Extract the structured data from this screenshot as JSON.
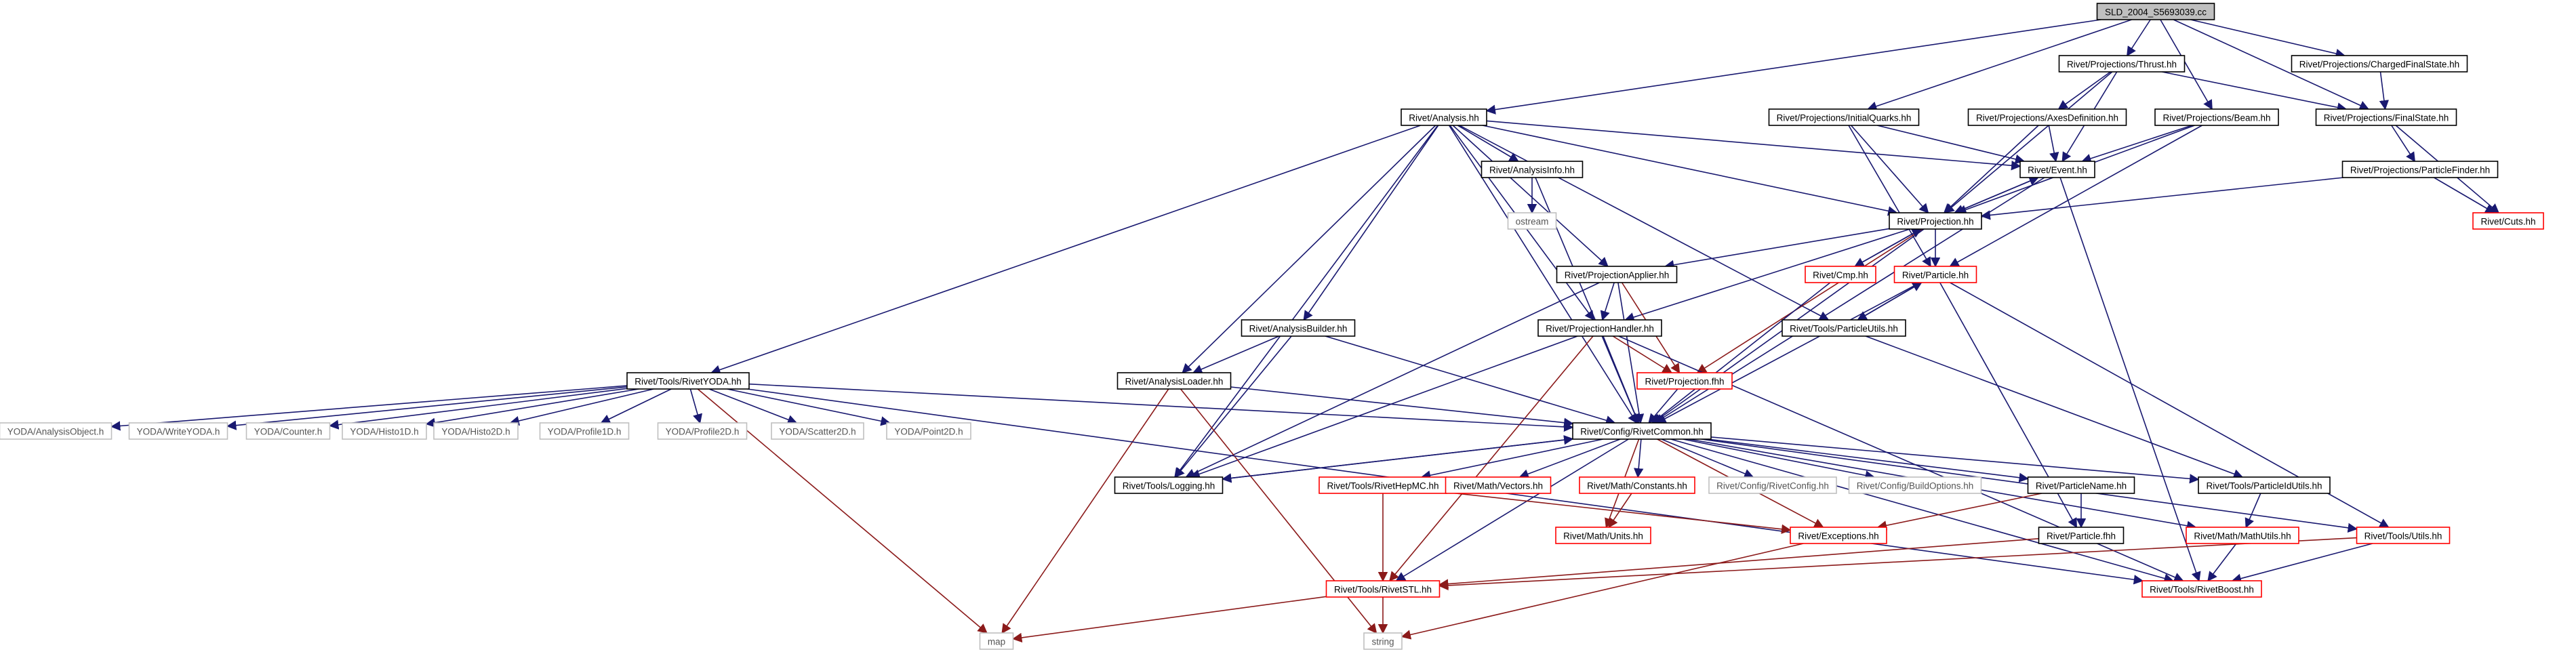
{
  "nodes": [
    {
      "id": "root",
      "label": "SLD_2004_S5693039.cc",
      "style": "root"
    },
    {
      "id": "analysis",
      "label": "Rivet/Analysis.hh",
      "style": "black"
    },
    {
      "id": "thrust",
      "label": "Rivet/Projections/Thrust.hh",
      "style": "black"
    },
    {
      "id": "chargedfs",
      "label": "Rivet/Projections/ChargedFinalState.hh",
      "style": "black"
    },
    {
      "id": "initquarks",
      "label": "Rivet/Projections/InitialQuarks.hh",
      "style": "black"
    },
    {
      "id": "axesdef",
      "label": "Rivet/Projections/AxesDefinition.hh",
      "style": "black"
    },
    {
      "id": "beam",
      "label": "Rivet/Projections/Beam.hh",
      "style": "black"
    },
    {
      "id": "finalstate",
      "label": "Rivet/Projections/FinalState.hh",
      "style": "black"
    },
    {
      "id": "analysisinfo",
      "label": "Rivet/AnalysisInfo.hh",
      "style": "black"
    },
    {
      "id": "event",
      "label": "Rivet/Event.hh",
      "style": "black"
    },
    {
      "id": "particlefinder",
      "label": "Rivet/Projections/ParticleFinder.hh",
      "style": "black"
    },
    {
      "id": "ostream",
      "label": "ostream",
      "style": "grey"
    },
    {
      "id": "projection",
      "label": "Rivet/Projection.hh",
      "style": "black"
    },
    {
      "id": "cuts",
      "label": "Rivet/Cuts.hh",
      "style": "red"
    },
    {
      "id": "cmp",
      "label": "Rivet/Cmp.hh",
      "style": "red"
    },
    {
      "id": "particle",
      "label": "Rivet/Particle.hh",
      "style": "red"
    },
    {
      "id": "projapplier",
      "label": "Rivet/ProjectionApplier.hh",
      "style": "black"
    },
    {
      "id": "analysisbuilder",
      "label": "Rivet/AnalysisBuilder.hh",
      "style": "black"
    },
    {
      "id": "projhandler",
      "label": "Rivet/ProjectionHandler.hh",
      "style": "black"
    },
    {
      "id": "particleutils",
      "label": "Rivet/Tools/ParticleUtils.hh",
      "style": "black"
    },
    {
      "id": "rivetyoda",
      "label": "Rivet/Tools/RivetYODA.hh",
      "style": "black"
    },
    {
      "id": "analysisloader",
      "label": "Rivet/AnalysisLoader.hh",
      "style": "black"
    },
    {
      "id": "projectionfhh",
      "label": "Rivet/Projection.fhh",
      "style": "red"
    },
    {
      "id": "yao",
      "label": "YODA/AnalysisObject.h",
      "style": "grey"
    },
    {
      "id": "ywriteyoda",
      "label": "YODA/WriteYODA.h",
      "style": "grey"
    },
    {
      "id": "ycounter",
      "label": "YODA/Counter.h",
      "style": "grey"
    },
    {
      "id": "yhisto1d",
      "label": "YODA/Histo1D.h",
      "style": "grey"
    },
    {
      "id": "yhisto2d",
      "label": "YODA/Histo2D.h",
      "style": "grey"
    },
    {
      "id": "yprofile1d",
      "label": "YODA/Profile1D.h",
      "style": "grey"
    },
    {
      "id": "yprofile2d",
      "label": "YODA/Profile2D.h",
      "style": "grey"
    },
    {
      "id": "yscatter2d",
      "label": "YODA/Scatter2D.h",
      "style": "grey"
    },
    {
      "id": "ypoint2d",
      "label": "YODA/Point2D.h",
      "style": "grey"
    },
    {
      "id": "rivetcommon",
      "label": "Rivet/Config/RivetCommon.hh",
      "style": "black"
    },
    {
      "id": "logging",
      "label": "Rivet/Tools/Logging.hh",
      "style": "black"
    },
    {
      "id": "rivethepmc",
      "label": "Rivet/Tools/RivetHepMC.hh",
      "style": "red"
    },
    {
      "id": "vectors",
      "label": "Rivet/Math/Vectors.hh",
      "style": "red"
    },
    {
      "id": "constants",
      "label": "Rivet/Math/Constants.hh",
      "style": "red"
    },
    {
      "id": "rivetconfig",
      "label": "Rivet/Config/RivetConfig.hh",
      "style": "grey"
    },
    {
      "id": "buildoptions",
      "label": "Rivet/Config/BuildOptions.hh",
      "style": "grey"
    },
    {
      "id": "particlename",
      "label": "Rivet/ParticleName.hh",
      "style": "black"
    },
    {
      "id": "particleidutils",
      "label": "Rivet/Tools/ParticleIdUtils.hh",
      "style": "black"
    },
    {
      "id": "mathunits",
      "label": "Rivet/Math/Units.hh",
      "style": "red"
    },
    {
      "id": "exceptions",
      "label": "Rivet/Exceptions.hh",
      "style": "red"
    },
    {
      "id": "particlefhh",
      "label": "Rivet/Particle.fhh",
      "style": "black"
    },
    {
      "id": "mathutils",
      "label": "Rivet/Math/MathUtils.hh",
      "style": "red"
    },
    {
      "id": "toolsutils",
      "label": "Rivet/Tools/Utils.hh",
      "style": "red"
    },
    {
      "id": "rivetstl",
      "label": "Rivet/Tools/RivetSTL.hh",
      "style": "red"
    },
    {
      "id": "rivetboost",
      "label": "Rivet/Tools/RivetBoost.hh",
      "style": "red"
    },
    {
      "id": "map",
      "label": "map",
      "style": "grey"
    },
    {
      "id": "string",
      "label": "string",
      "style": "grey"
    }
  ],
  "edges": [
    [
      "root",
      "analysis"
    ],
    [
      "root",
      "thrust"
    ],
    [
      "root",
      "chargedfs"
    ],
    [
      "root",
      "initquarks"
    ],
    [
      "root",
      "beam"
    ],
    [
      "root",
      "finalstate"
    ],
    [
      "thrust",
      "axesdef"
    ],
    [
      "thrust",
      "finalstate"
    ],
    [
      "thrust",
      "projection"
    ],
    [
      "thrust",
      "event"
    ],
    [
      "chargedfs",
      "finalstate"
    ],
    [
      "initquarks",
      "projection"
    ],
    [
      "initquarks",
      "event"
    ],
    [
      "initquarks",
      "particle"
    ],
    [
      "axesdef",
      "projection"
    ],
    [
      "axesdef",
      "event"
    ],
    [
      "beam",
      "projection"
    ],
    [
      "beam",
      "event"
    ],
    [
      "beam",
      "particle"
    ],
    [
      "finalstate",
      "particlefinder"
    ],
    [
      "finalstate",
      "cuts"
    ],
    [
      "particlefinder",
      "projection"
    ],
    [
      "particlefinder",
      "cuts"
    ],
    [
      "analysis",
      "analysisinfo"
    ],
    [
      "analysis",
      "event"
    ],
    [
      "analysis",
      "projection"
    ],
    [
      "analysis",
      "projapplier"
    ],
    [
      "analysis",
      "analysisbuilder"
    ],
    [
      "analysis",
      "projhandler"
    ],
    [
      "analysis",
      "particleutils"
    ],
    [
      "analysis",
      "rivetyoda"
    ],
    [
      "analysis",
      "analysisloader"
    ],
    [
      "analysis",
      "logging"
    ],
    [
      "analysis",
      "rivetcommon"
    ],
    [
      "analysisinfo",
      "ostream"
    ],
    [
      "analysisinfo",
      "rivetcommon"
    ],
    [
      "event",
      "projection"
    ],
    [
      "event",
      "rivetcommon"
    ],
    [
      "event",
      "rivetboost"
    ],
    [
      "projection",
      "event"
    ],
    [
      "projection",
      "cmp"
    ],
    [
      "projection",
      "particle"
    ],
    [
      "projection",
      "projapplier"
    ],
    [
      "projection",
      "projhandler"
    ],
    [
      "projection",
      "projectionfhh"
    ],
    [
      "projection",
      "rivetcommon"
    ],
    [
      "cmp",
      "projection"
    ],
    [
      "cmp",
      "rivetcommon"
    ],
    [
      "particle",
      "particleutils"
    ],
    [
      "particle",
      "rivetcommon"
    ],
    [
      "particle",
      "particlefhh"
    ],
    [
      "particle",
      "toolsutils"
    ],
    [
      "particleutils",
      "particle"
    ],
    [
      "particleutils",
      "particleidutils"
    ],
    [
      "projapplier",
      "projhandler"
    ],
    [
      "projapplier",
      "projectionfhh"
    ],
    [
      "projapplier",
      "rivetcommon"
    ],
    [
      "projapplier",
      "logging"
    ],
    [
      "projhandler",
      "projectionfhh"
    ],
    [
      "projhandler",
      "rivetcommon"
    ],
    [
      "projhandler",
      "logging"
    ],
    [
      "projhandler",
      "rivetstl"
    ],
    [
      "projhandler",
      "rivetboost"
    ],
    [
      "projectionfhh",
      "rivetcommon"
    ],
    [
      "analysisbuilder",
      "analysisloader"
    ],
    [
      "analysisbuilder",
      "rivetcommon"
    ],
    [
      "analysisbuilder",
      "logging"
    ],
    [
      "analysisloader",
      "rivetcommon"
    ],
    [
      "analysisloader",
      "map"
    ],
    [
      "analysisloader",
      "string"
    ],
    [
      "rivetyoda",
      "yao"
    ],
    [
      "rivetyoda",
      "ywriteyoda"
    ],
    [
      "rivetyoda",
      "ycounter"
    ],
    [
      "rivetyoda",
      "yhisto1d"
    ],
    [
      "rivetyoda",
      "yhisto2d"
    ],
    [
      "rivetyoda",
      "yprofile1d"
    ],
    [
      "rivetyoda",
      "yprofile2d"
    ],
    [
      "rivetyoda",
      "yscatter2d"
    ],
    [
      "rivetyoda",
      "ypoint2d"
    ],
    [
      "rivetyoda",
      "rivetcommon"
    ],
    [
      "rivetyoda",
      "rivetboost"
    ],
    [
      "rivetyoda",
      "map"
    ],
    [
      "rivetcommon",
      "logging"
    ],
    [
      "rivetcommon",
      "rivethepmc"
    ],
    [
      "rivetcommon",
      "vectors"
    ],
    [
      "rivetcommon",
      "constants"
    ],
    [
      "rivetcommon",
      "rivetconfig"
    ],
    [
      "rivetcommon",
      "buildoptions"
    ],
    [
      "rivetcommon",
      "particlename"
    ],
    [
      "rivetcommon",
      "particleidutils"
    ],
    [
      "rivetcommon",
      "mathutils"
    ],
    [
      "rivetcommon",
      "toolsutils"
    ],
    [
      "rivetcommon",
      "exceptions"
    ],
    [
      "rivetcommon",
      "mathunits"
    ],
    [
      "rivetcommon",
      "rivetstl"
    ],
    [
      "rivetcommon",
      "rivetboost"
    ],
    [
      "logging",
      "rivetcommon"
    ],
    [
      "rivethepmc",
      "rivetstl"
    ],
    [
      "rivethepmc",
      "exceptions"
    ],
    [
      "constants",
      "mathunits"
    ],
    [
      "particlename",
      "particlefhh"
    ],
    [
      "particlename",
      "exceptions"
    ],
    [
      "particleidutils",
      "mathutils"
    ],
    [
      "exceptions",
      "string"
    ],
    [
      "particlefhh",
      "rivetstl"
    ],
    [
      "mathutils",
      "rivetboost"
    ],
    [
      "toolsutils",
      "rivetstl"
    ],
    [
      "toolsutils",
      "rivetboost"
    ],
    [
      "rivetstl",
      "map"
    ],
    [
      "rivetstl",
      "string"
    ]
  ],
  "colors": {
    "black_border": "#000000",
    "red_border": "#ff0000",
    "grey_border": "#bfbfbf",
    "root_fill": "#bfbfbf",
    "edge_blue": "#191970",
    "edge_red": "#8b1a1a",
    "text_black": "#000000",
    "text_grey": "#555555"
  }
}
